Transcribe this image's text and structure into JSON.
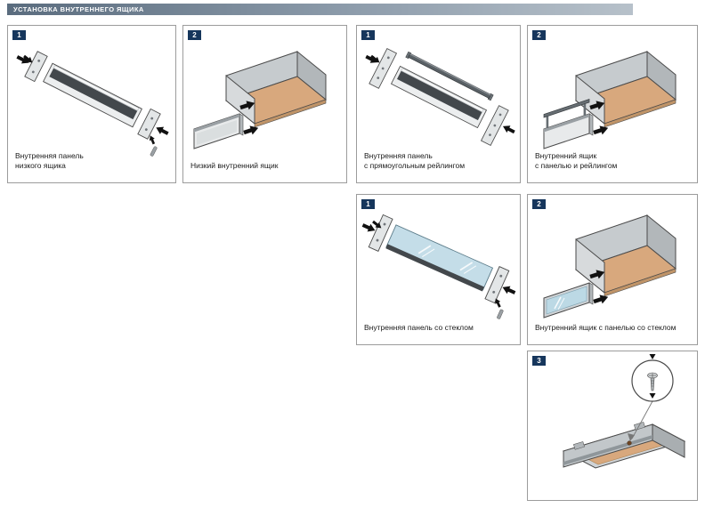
{
  "header": {
    "title": "УСТАНОВКА ВНУТРЕННЕГО ЯЩИКА"
  },
  "panels": [
    {
      "step": "1",
      "caption_lines": [
        "Внутренняя панель",
        "низкого ящика"
      ]
    },
    {
      "step": "2",
      "caption_lines": [
        "Низкий внутренний ящик"
      ]
    },
    {
      "step": "1",
      "caption_lines": [
        "Внутренняя панель",
        "с прямоугольным рейлингом"
      ]
    },
    {
      "step": "2",
      "caption_lines": [
        "Внутренний ящик",
        "с панелью и рейлингом"
      ]
    },
    {
      "step": "1",
      "caption_lines": [
        "Внутренняя панель со стеклом"
      ]
    },
    {
      "step": "2",
      "caption_lines": [
        "Внутренний ящик с панелью со стеклом"
      ]
    },
    {
      "step": "3",
      "caption_lines": []
    }
  ],
  "colors": {
    "header_gradient_start": "#5a6c7e",
    "header_gradient_end": "#b7c1ca",
    "step_badge": "#16365c",
    "panel_border": "#9c9c9c",
    "wood": "#d8a87d",
    "metal_light": "#d7dadc",
    "metal_dark": "#43484c",
    "glass": "#bcd9e5",
    "arrow": "#111111"
  }
}
